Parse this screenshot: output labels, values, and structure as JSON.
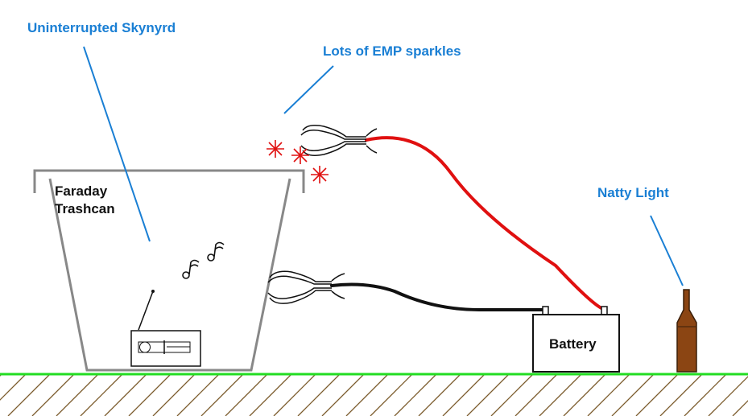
{
  "labels": {
    "skynyrd": "Uninterrupted Skynyrd",
    "emp": "Lots of EMP sparkles",
    "natty": "Natty Light",
    "trashcan_line1": "Faraday",
    "trashcan_line2": "Trashcan",
    "battery": "Battery"
  },
  "colors": {
    "annotation": "#1a7fd4",
    "ground": "#22dd22",
    "hatch": "#7a5a2a",
    "positive_cable": "#e01010",
    "negative_cable": "#111111",
    "trashcan": "#888888",
    "bottle": "#8b4513",
    "sparks": "#e01010"
  },
  "icons": [
    "music-note-icon",
    "radio-icon",
    "jumper-clamp-icon",
    "spark-icon",
    "bottle-icon",
    "battery-icon"
  ]
}
